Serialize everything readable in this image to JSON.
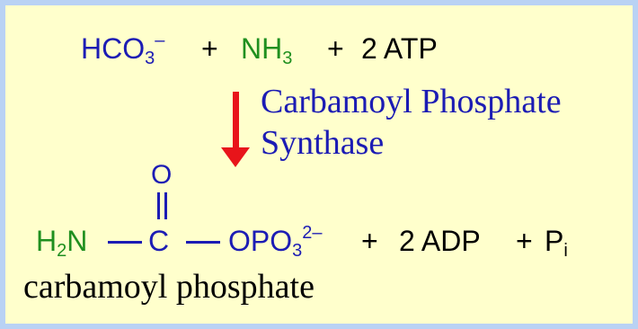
{
  "colors": {
    "frame_border": "#b9d2f4",
    "background": "#ffffcc",
    "blue": "#1c1cb4",
    "green": "#1f8f1f",
    "arrow": "#e8141a"
  },
  "reactants": {
    "bicarbonate": {
      "main": "HCO",
      "sub": "3",
      "sup": "–"
    },
    "plus1": "+",
    "ammonia": {
      "main": "NH",
      "sub": "3"
    },
    "plus2": "+",
    "atp": "2 ATP"
  },
  "enzyme": {
    "line1": "Carbamoyl Phosphate",
    "line2": "Synthase"
  },
  "product": {
    "oxygen": "O",
    "amine": {
      "h": "H",
      "sub": "2",
      "n": "N"
    },
    "carbon": "C",
    "phosphate": {
      "main": "OPO",
      "sub": "3",
      "sup": "2–"
    },
    "plus1": "+",
    "adp": "2 ADP",
    "plus2": "+",
    "pi": {
      "main": "P",
      "sub": "i"
    }
  },
  "product_name": "carbamoyl phosphate"
}
